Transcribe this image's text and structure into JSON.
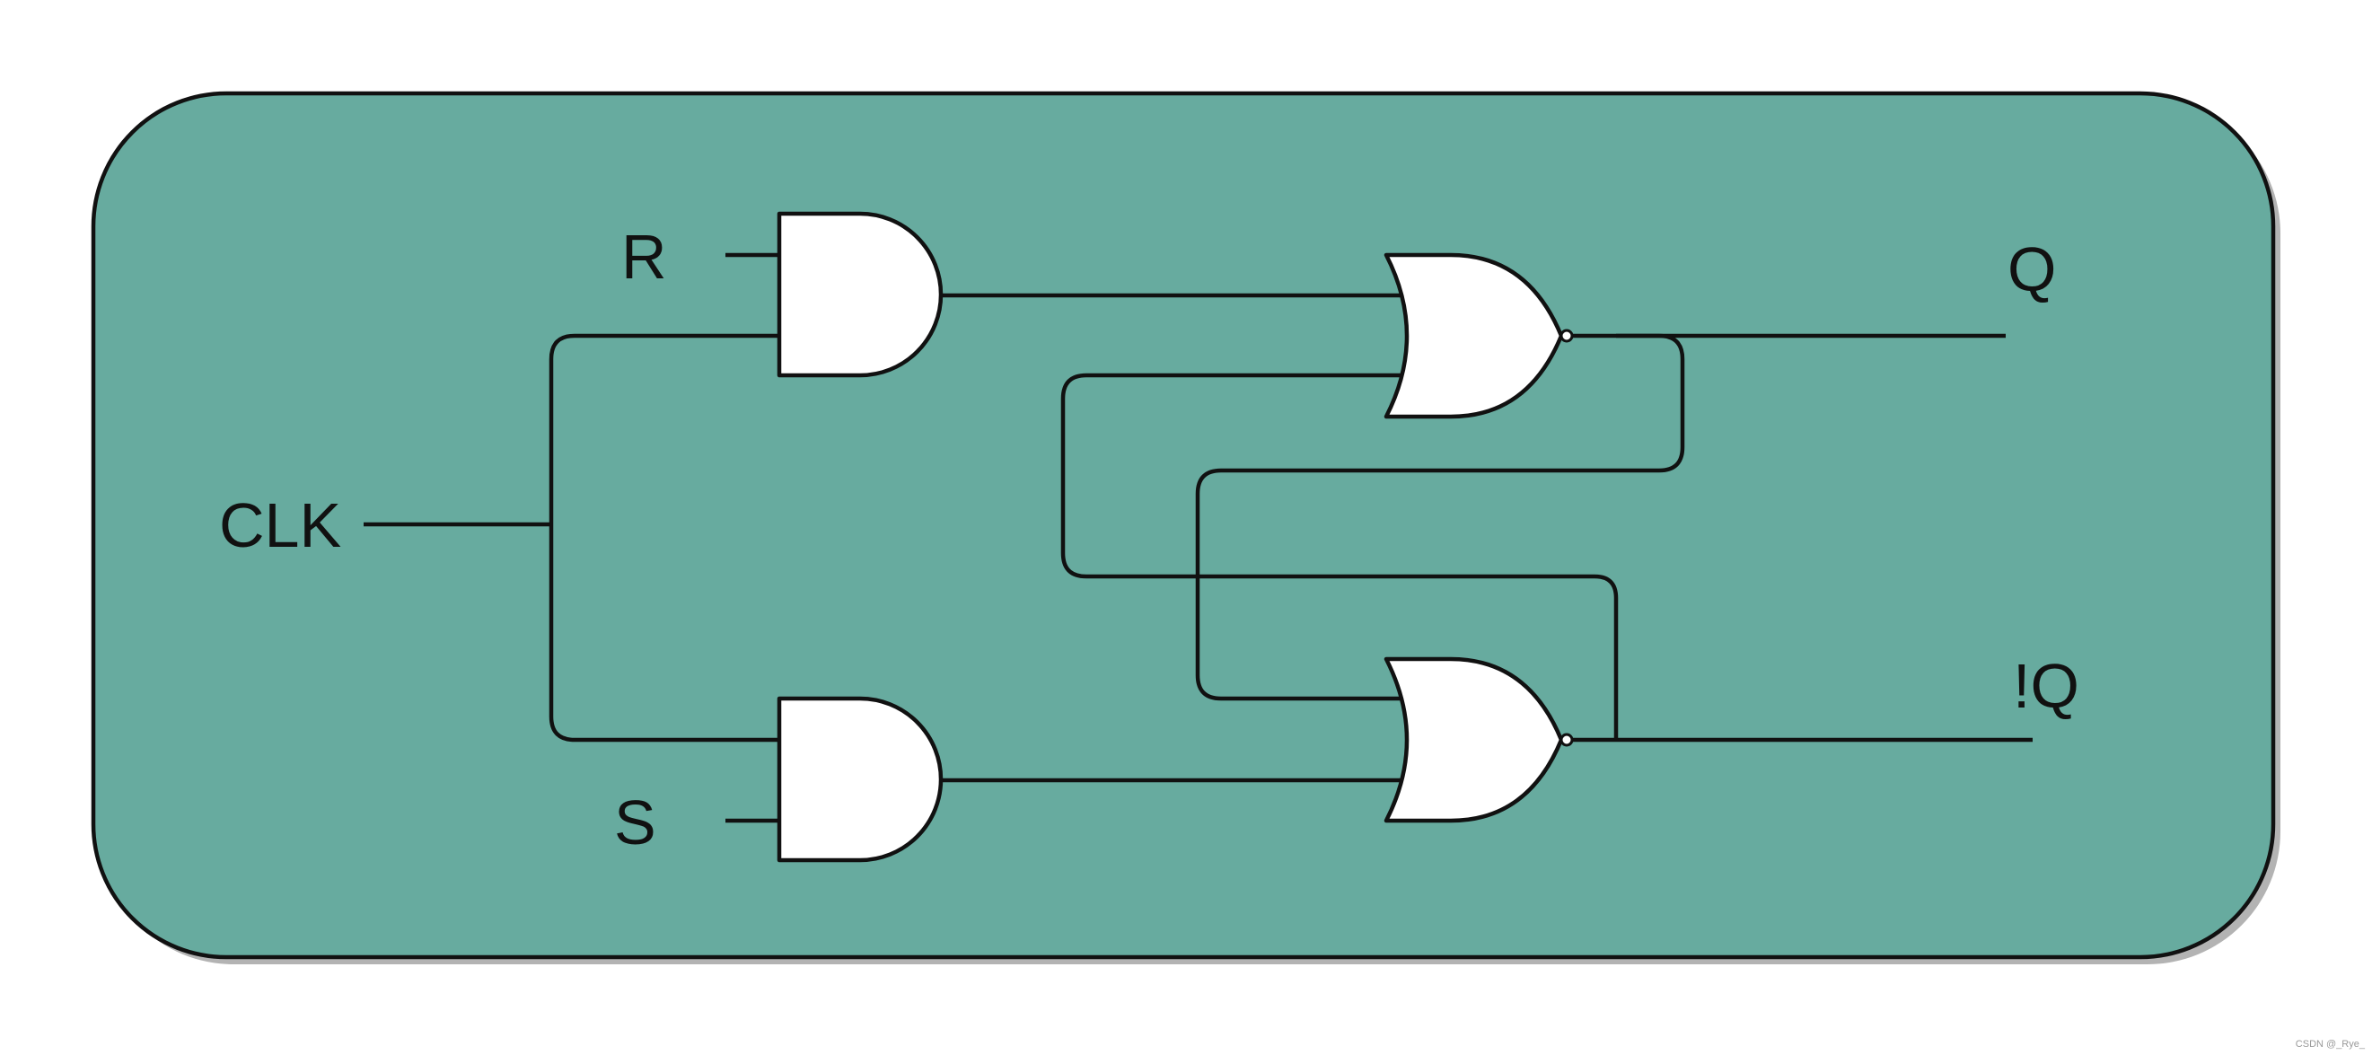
{
  "diagram": {
    "colors": {
      "panel_fill": "#67ab9f",
      "panel_border": "#111111",
      "gate_fill": "#ffffff",
      "wire": "#111111",
      "shadow": "#b3b3b3"
    },
    "inputs": {
      "r_label": "R",
      "clk_label": "CLK",
      "s_label": "S"
    },
    "outputs": {
      "q_label": "Q",
      "nq_label": "!Q"
    },
    "gates": [
      {
        "type": "AND",
        "inputs": [
          "R",
          "CLK"
        ],
        "output_to": "upper NOR"
      },
      {
        "type": "AND",
        "inputs": [
          "CLK",
          "S"
        ],
        "output_to": "lower NOR"
      },
      {
        "type": "NOR",
        "inputs": [
          "upper AND",
          "!Q"
        ],
        "output": "Q"
      },
      {
        "type": "NOR",
        "inputs": [
          "Q",
          "lower AND"
        ],
        "output": "!Q"
      }
    ],
    "watermark": "CSDN @_Rye_"
  }
}
